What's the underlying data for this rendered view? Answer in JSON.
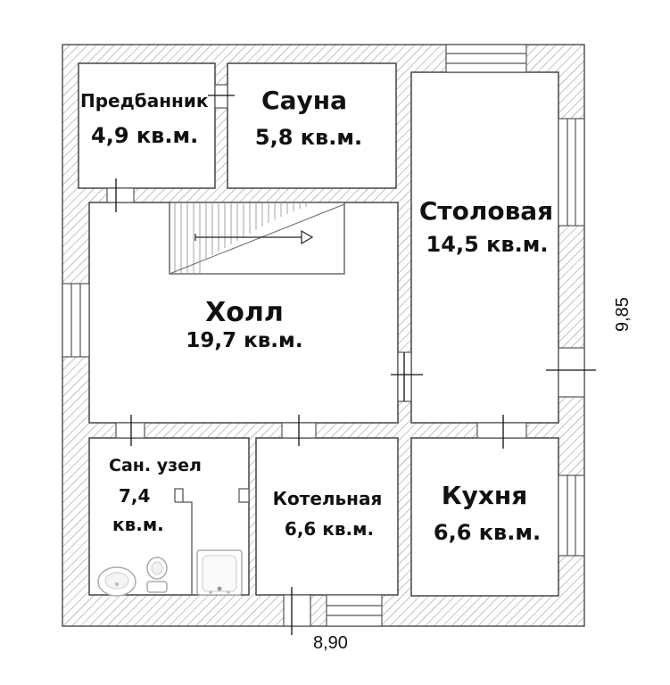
{
  "plan": {
    "dimensions": {
      "width_label": "8,90",
      "height_label": "9,85"
    },
    "rooms": {
      "predbannik": {
        "name": "Предбанник",
        "area": "4,9 кв.м."
      },
      "sauna": {
        "name": "Сауна",
        "area": "5,8 кв.м."
      },
      "stolovaya": {
        "name": "Столовая",
        "area": "14,5 кв.м."
      },
      "holl": {
        "name": "Холл",
        "area": "19,7 кв.м."
      },
      "san_uzel": {
        "name": "Сан. узел",
        "area_num": "7,4",
        "area_unit": "кв.м."
      },
      "kotelnaya": {
        "name": "Котельная",
        "area": "6,6 кв.м."
      },
      "kuhnya": {
        "name": "Кухня",
        "area": "6,6 кв.м."
      }
    }
  }
}
